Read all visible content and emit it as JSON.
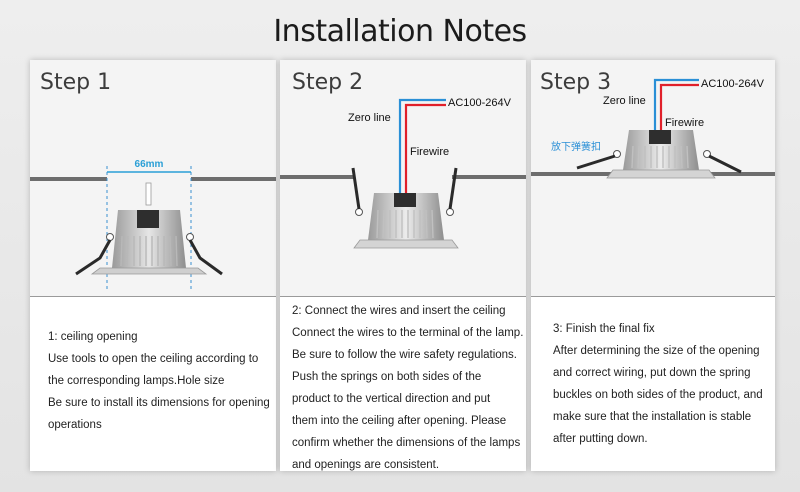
{
  "title": "Installation Notes",
  "steps": [
    {
      "heading": "Step 1",
      "diagram": {
        "dimension": "66mm"
      },
      "lines": [
        "1: ceiling opening",
        "Use tools to open the ceiling according to",
        "the corresponding lamps.Hole size",
        "Be sure to install its dimensions for opening",
        "operations"
      ]
    },
    {
      "heading": "Step 2",
      "diagram": {
        "voltage": "AC100-264V",
        "zero_line": "Zero line",
        "firewire": "Firewire"
      },
      "lines": [
        "2: Connect the wires and insert the ceiling",
        "Connect the wires to the terminal of the lamp.",
        "Be sure to follow the wire safety regulations.",
        "Push the springs on both sides of the",
        "product to the vertical direction and put",
        "them into the ceiling after opening. Please",
        "confirm whether the dimensions of the lamps",
        "and openings are consistent."
      ]
    },
    {
      "heading": "Step 3",
      "diagram": {
        "voltage": "AC100-264V",
        "zero_line": "Zero line",
        "firewire": "Firewire",
        "spring_note": "放下弹簧扣"
      },
      "lines": [
        "3: Finish the final fix",
        "After determining the size of the opening",
        "and correct wiring, put down the spring",
        "buckles on both sides of the product, and",
        "make sure that the installation is stable",
        "after putting down."
      ]
    }
  ],
  "colors": {
    "zero_wire": "#2a8fd6",
    "fire_wire": "#e0202a",
    "dimension": "#2a9fd6"
  }
}
